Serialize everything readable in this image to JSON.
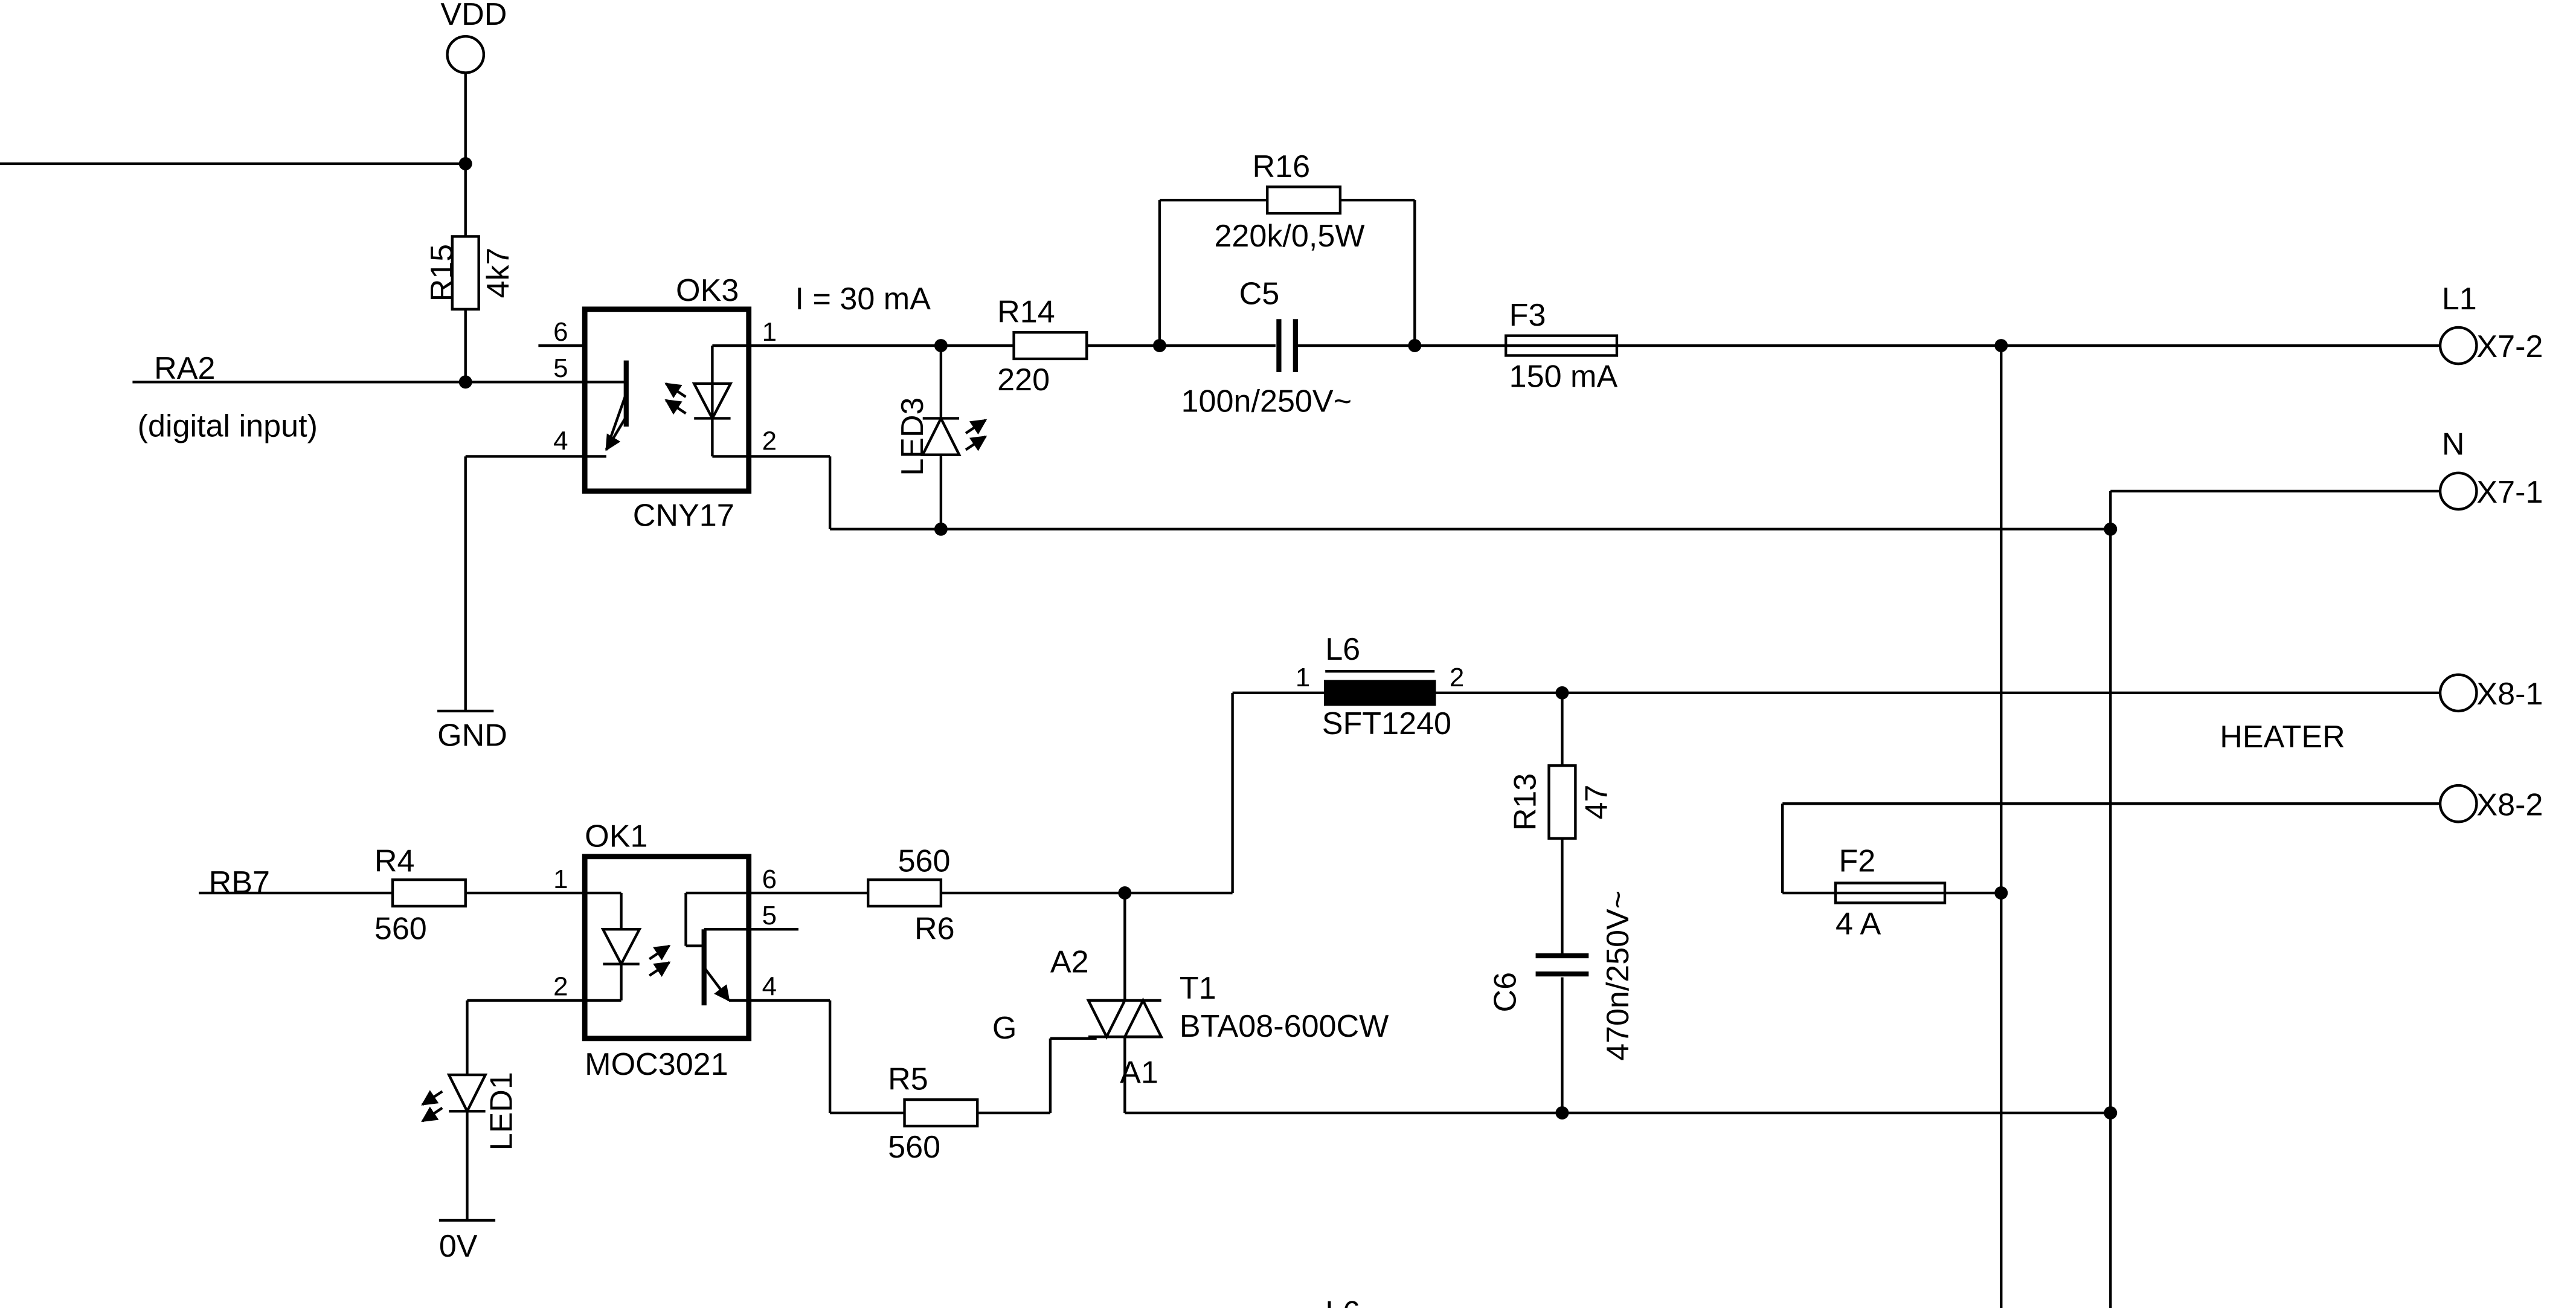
{
  "colors": {
    "wire": "#000000",
    "background": "#ffffff"
  },
  "labels": {
    "vdd": "VDD",
    "ra2": "RA2",
    "digital_input": "(digital input)",
    "gnd": "GND",
    "rb7": "RB7",
    "zero_v": "0V",
    "current_note": "I = 30 mA",
    "heater": "HEATER",
    "g": "G",
    "a2": "A2",
    "a1": "A1",
    "l1": "L1",
    "n": "N",
    "l_partial": "L6"
  },
  "components": {
    "r15": {
      "ref": "R15",
      "value": "4k7"
    },
    "ok3": {
      "ref": "OK3",
      "part": "CNY17",
      "pin6": "6",
      "pin5": "5",
      "pin4": "4",
      "pin1": "1",
      "pin2": "2"
    },
    "led3": {
      "ref": "LED3"
    },
    "r14": {
      "ref": "R14",
      "value": "220"
    },
    "r16": {
      "ref": "R16",
      "value": "220k/0,5W"
    },
    "c5": {
      "ref": "C5",
      "value": "100n/250V~"
    },
    "f3": {
      "ref": "F3",
      "value": "150 mA"
    },
    "r4": {
      "ref": "R4",
      "value": "560"
    },
    "ok1": {
      "ref": "OK1",
      "part": "MOC3021",
      "pin1": "1",
      "pin2": "2",
      "pin6": "6",
      "pin5": "5",
      "pin4": "4"
    },
    "led1": {
      "ref": "LED1"
    },
    "r6": {
      "ref": "R6",
      "value": "560"
    },
    "r5": {
      "ref": "R5",
      "value": "560"
    },
    "l6": {
      "ref": "L6",
      "part": "SFT1240",
      "pin1": "1",
      "pin2": "2"
    },
    "t1": {
      "ref": "T1",
      "part": "BTA08-600CW"
    },
    "r13": {
      "ref": "R13",
      "value": "47"
    },
    "c6": {
      "ref": "C6",
      "value": "470n/250V~"
    },
    "f2": {
      "ref": "F2",
      "value": "4 A"
    }
  },
  "connectors": {
    "x7_2": "X7-2",
    "x7_1": "X7-1",
    "x8_1": "X8-1",
    "x8_2": "X8-2"
  }
}
